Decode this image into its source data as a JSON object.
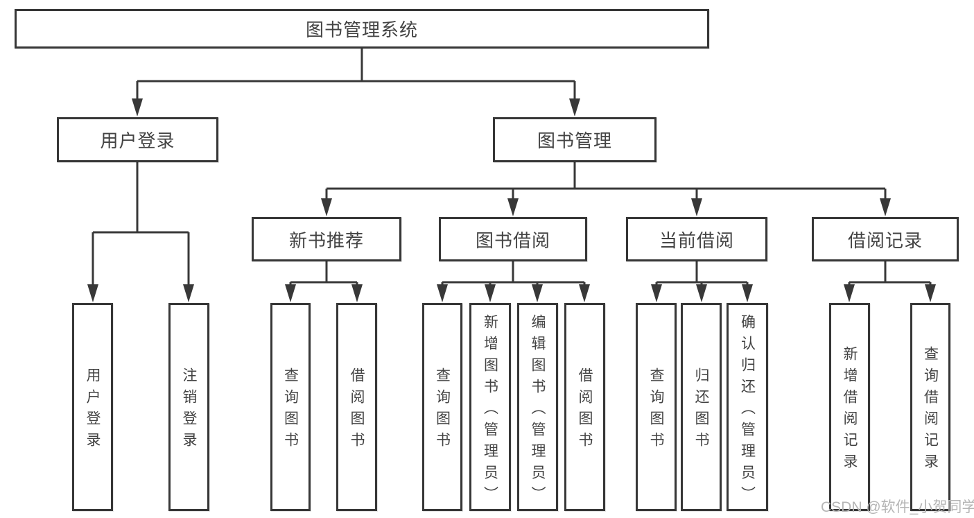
{
  "diagram": {
    "type": "hierarchy-tree",
    "hierarchy": {
      "label": "图书管理系统",
      "children": [
        {
          "label": "用户登录",
          "children": [
            {
              "label": "用户登录"
            },
            {
              "label": "注销登录"
            }
          ]
        },
        {
          "label": "图书管理",
          "children": [
            {
              "label": "新书推荐",
              "children": [
                {
                  "label": "查询图书"
                },
                {
                  "label": "借阅图书"
                }
              ]
            },
            {
              "label": "图书借阅",
              "children": [
                {
                  "label": "查询图书"
                },
                {
                  "label": "新增图书（管理员）"
                },
                {
                  "label": "编辑图书（管理员）"
                },
                {
                  "label": "借阅图书"
                }
              ]
            },
            {
              "label": "当前借阅",
              "children": [
                {
                  "label": "查询图书"
                },
                {
                  "label": "归还图书"
                },
                {
                  "label": "确认归还（管理员）"
                }
              ]
            },
            {
              "label": "借阅记录",
              "children": [
                {
                  "label": "新增借阅记录"
                },
                {
                  "label": "查询借阅记录"
                }
              ]
            }
          ]
        }
      ]
    }
  },
  "watermark": "CSDN @软件_小贺同学",
  "colors": {
    "line": "#383838",
    "box_border": "#373737",
    "text": "#434343",
    "watermark": "#b5b5b5",
    "background": "#ffffff"
  }
}
